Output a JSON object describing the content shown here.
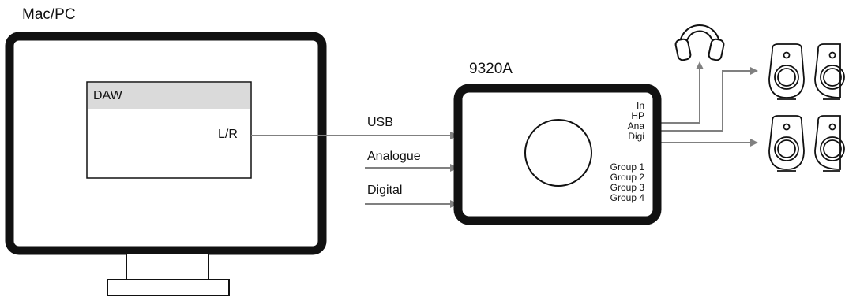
{
  "computer": {
    "title": "Mac/PC"
  },
  "daw": {
    "title": "DAW",
    "output": "L/R"
  },
  "inputs": {
    "usb": "USB",
    "analogue": "Analogue",
    "digital": "Digital"
  },
  "device": {
    "name": "9320A",
    "outputs": [
      "In",
      "HP",
      "Ana",
      "Digi"
    ],
    "groups": [
      "Group 1",
      "Group 2",
      "Group 3",
      "Group 4"
    ]
  },
  "icons": [
    "monitor-icon",
    "headphones-icon",
    "speaker-icon"
  ],
  "colors": {
    "frame": "#111111",
    "line": "#808080",
    "daw_header": "#dadada"
  }
}
